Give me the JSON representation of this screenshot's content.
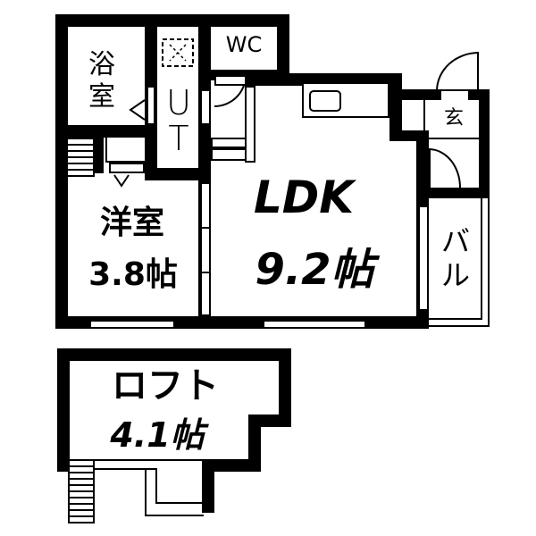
{
  "floor_plan": {
    "rooms": {
      "bath": {
        "label_line1": "浴",
        "label_line2": "室"
      },
      "utility": {
        "label_line1": "U",
        "label_line2": "T"
      },
      "toilet": {
        "label": "WC"
      },
      "entrance": {
        "label": "玄"
      },
      "balcony": {
        "label_line1": "バ",
        "label_line2": "ル"
      },
      "western_room": {
        "name": "洋室",
        "size": "3.8帖"
      },
      "ldk": {
        "name": "LDK",
        "size": "9.2帖"
      },
      "loft": {
        "name": "ロフト",
        "size": "4.1帖"
      }
    },
    "colors": {
      "wall": "#000000",
      "background": "#ffffff"
    }
  }
}
